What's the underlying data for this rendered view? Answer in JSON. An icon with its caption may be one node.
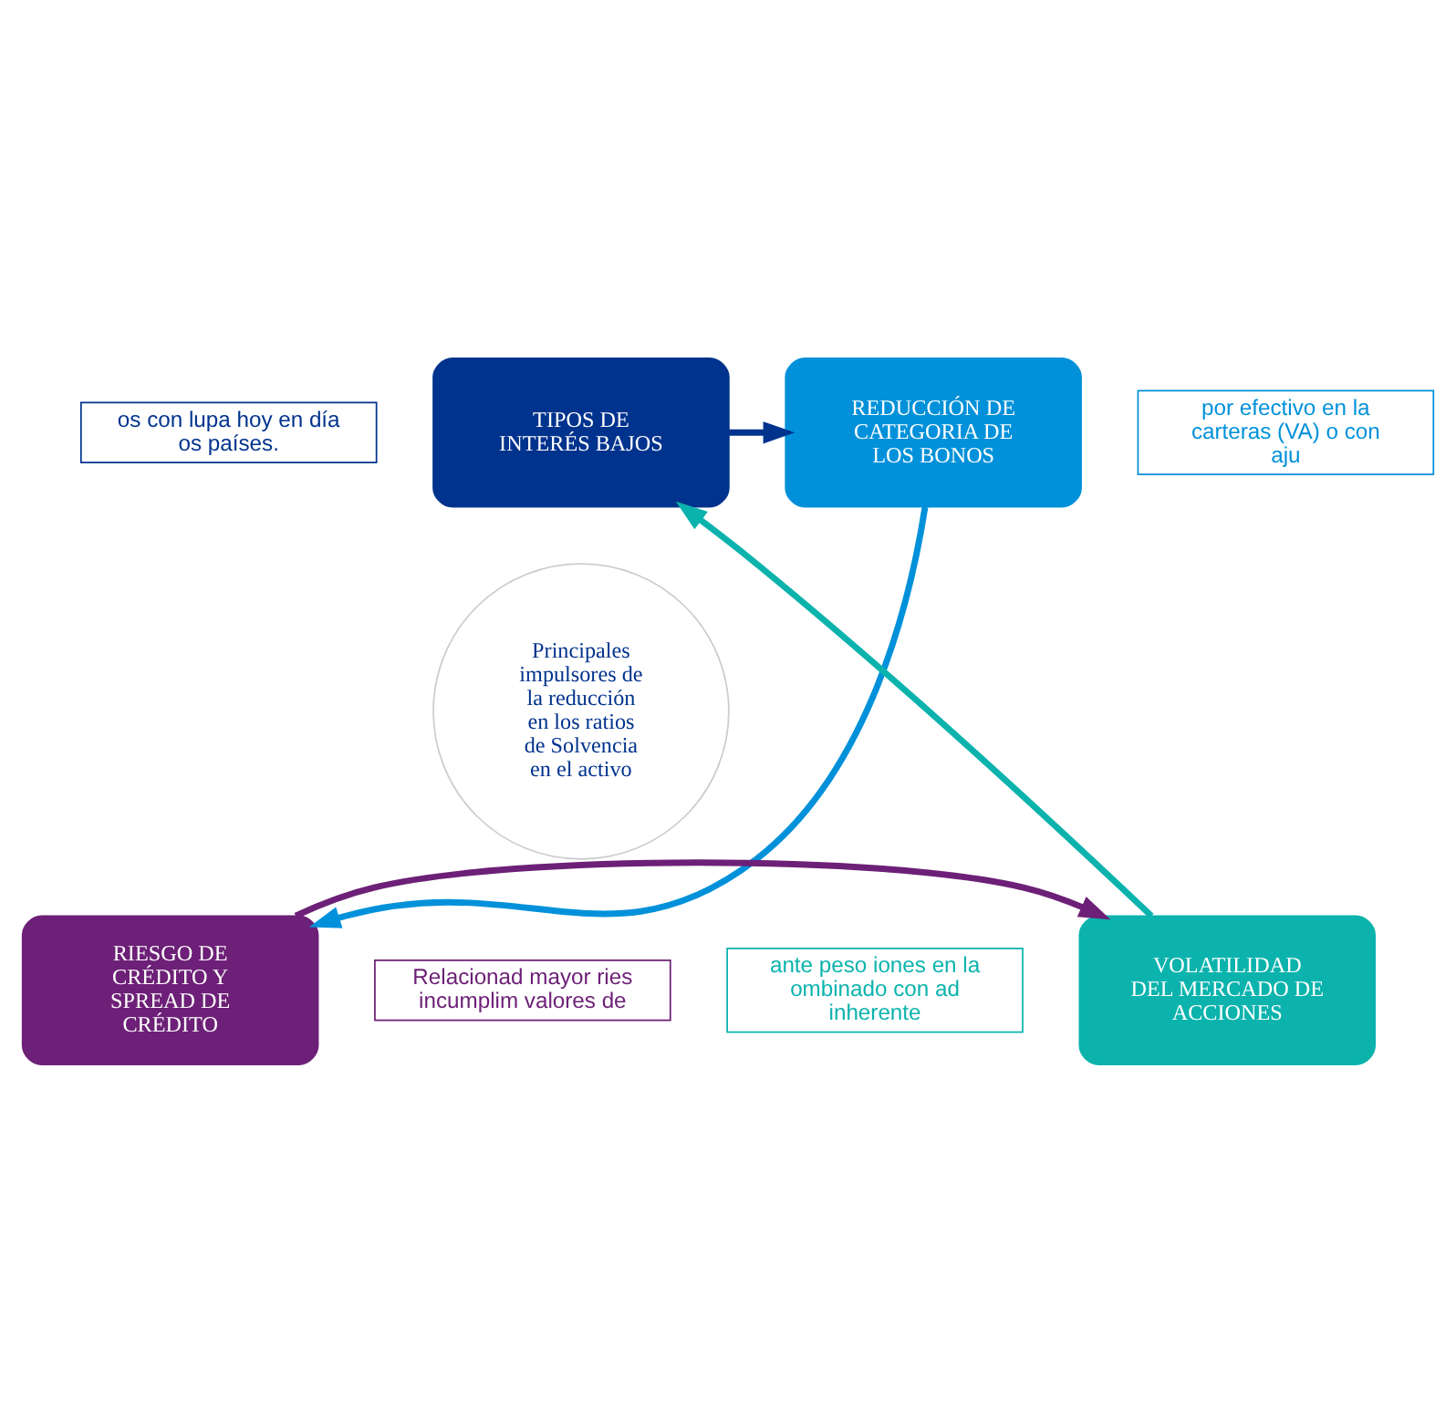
{
  "diagram": {
    "nodes": [
      {
        "text": [
          "os con lupa hoy en día os países."
        ]
      },
      {
        "text": [
          "por efectivo en la carteras (VA) o con aju"
        ]
      },
      {
        "text": [
          "TIPOS DE INTERÉS BAJOS"
        ]
      },
      {
        "text": [
          "REDUCCIÓN DE CATEGORIA DE LOS BONOS"
        ]
      },
      {
        "text": [
          "Principales impulsores de la reducción en los ratios de Solvencia en el activo"
        ]
      },
      {
        "text": [
          "VOLATILIDAD DEL MERCADO DE ACCIONES"
        ]
      },
      {
        "text": [
          "RIESGO DE CRÉDITO Y SPREAD DE CRÉDITO"
        ]
      },
      {
        "text": [
          "ante peso iones en la ombinado con ad inherente"
        ]
      },
      {
        "text": [
          "Relacionad mayor ries incumplim valores de"
        ]
      }
    ],
    "edges": [
      {
        "from": 2,
        "to": 3,
        "arrow": "to",
        "color": "#00338d"
      },
      {
        "from": 3,
        "to": 6,
        "arrow": "to",
        "color": "#0091da"
      },
      {
        "from": 6,
        "to": 5,
        "arrow": "to",
        "color": "#6d2077"
      },
      {
        "from": 5,
        "to": 2,
        "arrow": "to",
        "color": "#0cb3ad"
      }
    ]
  }
}
